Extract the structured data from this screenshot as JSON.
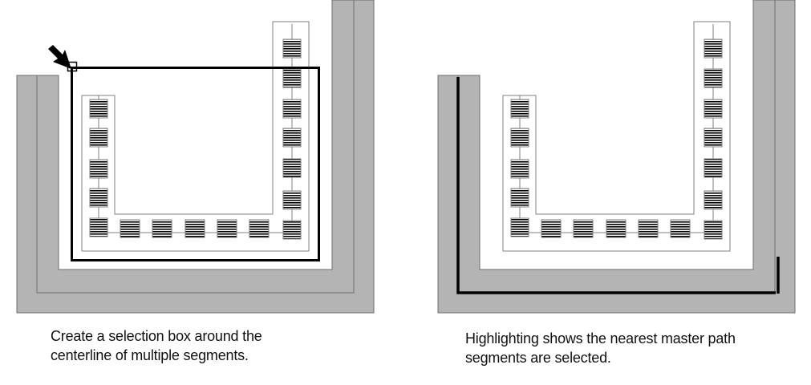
{
  "colors": {
    "background": "#ffffff",
    "master_path_fill": "#b4b4b4",
    "outline": "#6e6e6e",
    "component_outline": "#808080",
    "selection": "#000000",
    "pad_stripe": "#000000"
  },
  "panels": [
    {
      "name": "before",
      "caption_lines": [
        "Create a selection box around the",
        "centerline of multiple segments."
      ],
      "icons": [
        "cursor-arrow-icon",
        "selection-handle-icon"
      ],
      "shows_selection_box": true,
      "shows_highlight": false
    },
    {
      "name": "after",
      "caption_lines": [
        "Highlighting shows the nearest master path",
        "segments are selected."
      ],
      "icons": [],
      "shows_selection_box": false,
      "shows_highlight": true
    }
  ],
  "pads": {
    "left_column_count": 5,
    "bottom_row_count": 5,
    "right_column_count": 7
  }
}
